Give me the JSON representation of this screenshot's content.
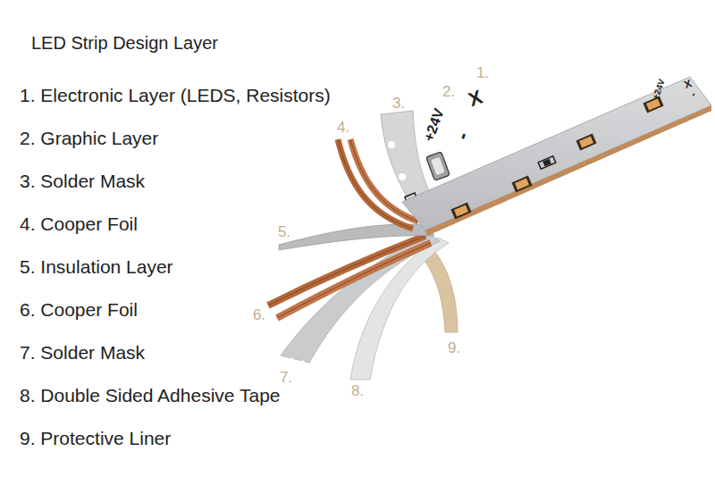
{
  "diagram": {
    "title": "LED Strip Design Layer",
    "labels": [
      "1. Electronic Layer (LEDS, Resistors)",
      "2. Graphic Layer",
      "3. Solder Mask",
      "4. Cooper Foil",
      "5. Insulation Layer",
      "6. Cooper Foil",
      "7. Solder Mask",
      "8. Double Sided Adhesive Tape",
      "9. Protective Liner",
      "1.",
      "2.",
      "3.",
      "4.",
      "5.",
      "6.",
      "7.",
      "8.",
      "9.",
      "+24V",
      "X",
      "-",
      "+24V",
      "X",
      "-"
    ]
  }
}
